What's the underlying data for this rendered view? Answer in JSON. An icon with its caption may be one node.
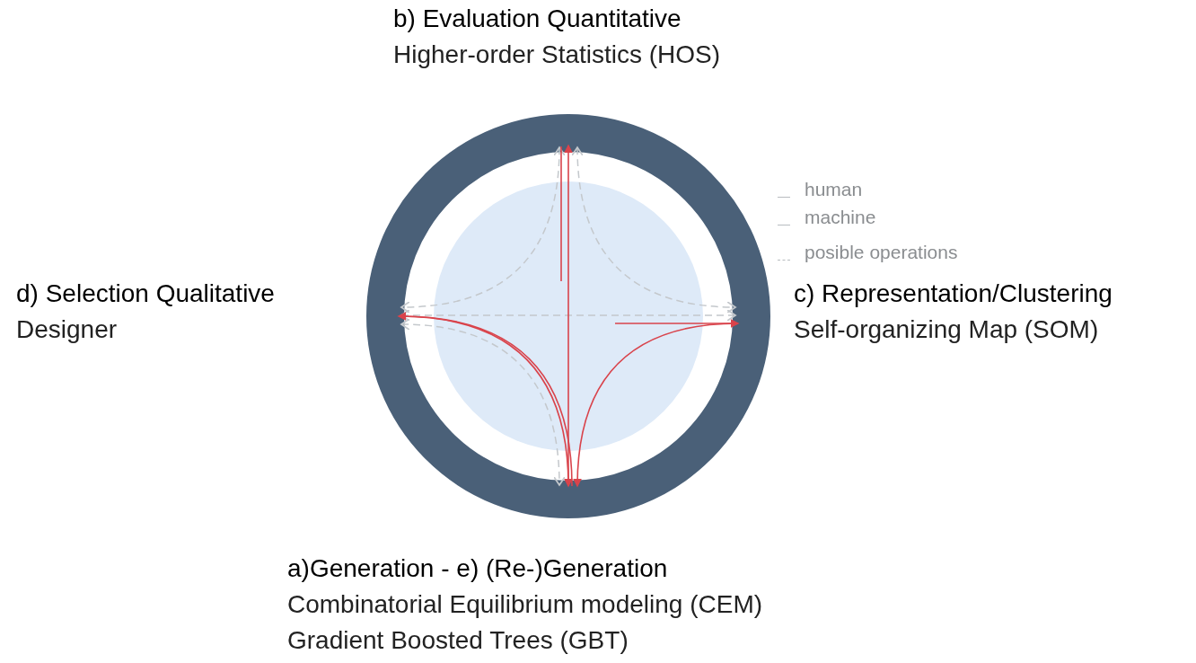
{
  "diagram": {
    "labels": [
      "b) Evaluation Quantitative",
      "Higher-order Statistics (HOS)",
      "d) Selection Qualitative",
      "Designer",
      "c) Representation/Clustering",
      "Self-organizing Map (SOM)",
      "a)Generation - e) (Re-)Generation",
      "Combinatorial Equilibrium modeling (CEM)",
      "Gradient Boosted Trees (GBT)"
    ],
    "legend": [
      {
        "text": "human"
      },
      {
        "text": "machine"
      },
      {
        "text": "posible operations"
      }
    ]
  }
}
